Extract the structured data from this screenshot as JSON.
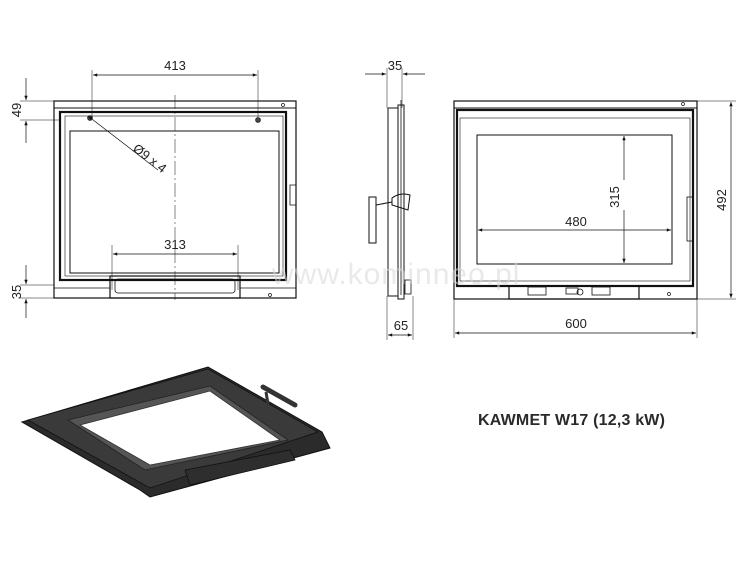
{
  "title": "KAWMET W17 (12,3 kW)",
  "watermark": "www.kominneo.pl",
  "front_view": {
    "dim_top_hole_spacing": "413",
    "dim_bottom_spacing": "313",
    "dim_top_offset": "49",
    "dim_bottom_offset": "35",
    "hole_callout": "Ø9 x 4"
  },
  "side_view": {
    "dim_depth_top": "35",
    "dim_depth_bottom": "65"
  },
  "rear_view": {
    "dim_glass_width": "480",
    "dim_glass_height": "315",
    "dim_overall_width": "600",
    "dim_overall_height": "492"
  },
  "isometric_view": {
    "description": "3D rendering of door frame with handle"
  }
}
